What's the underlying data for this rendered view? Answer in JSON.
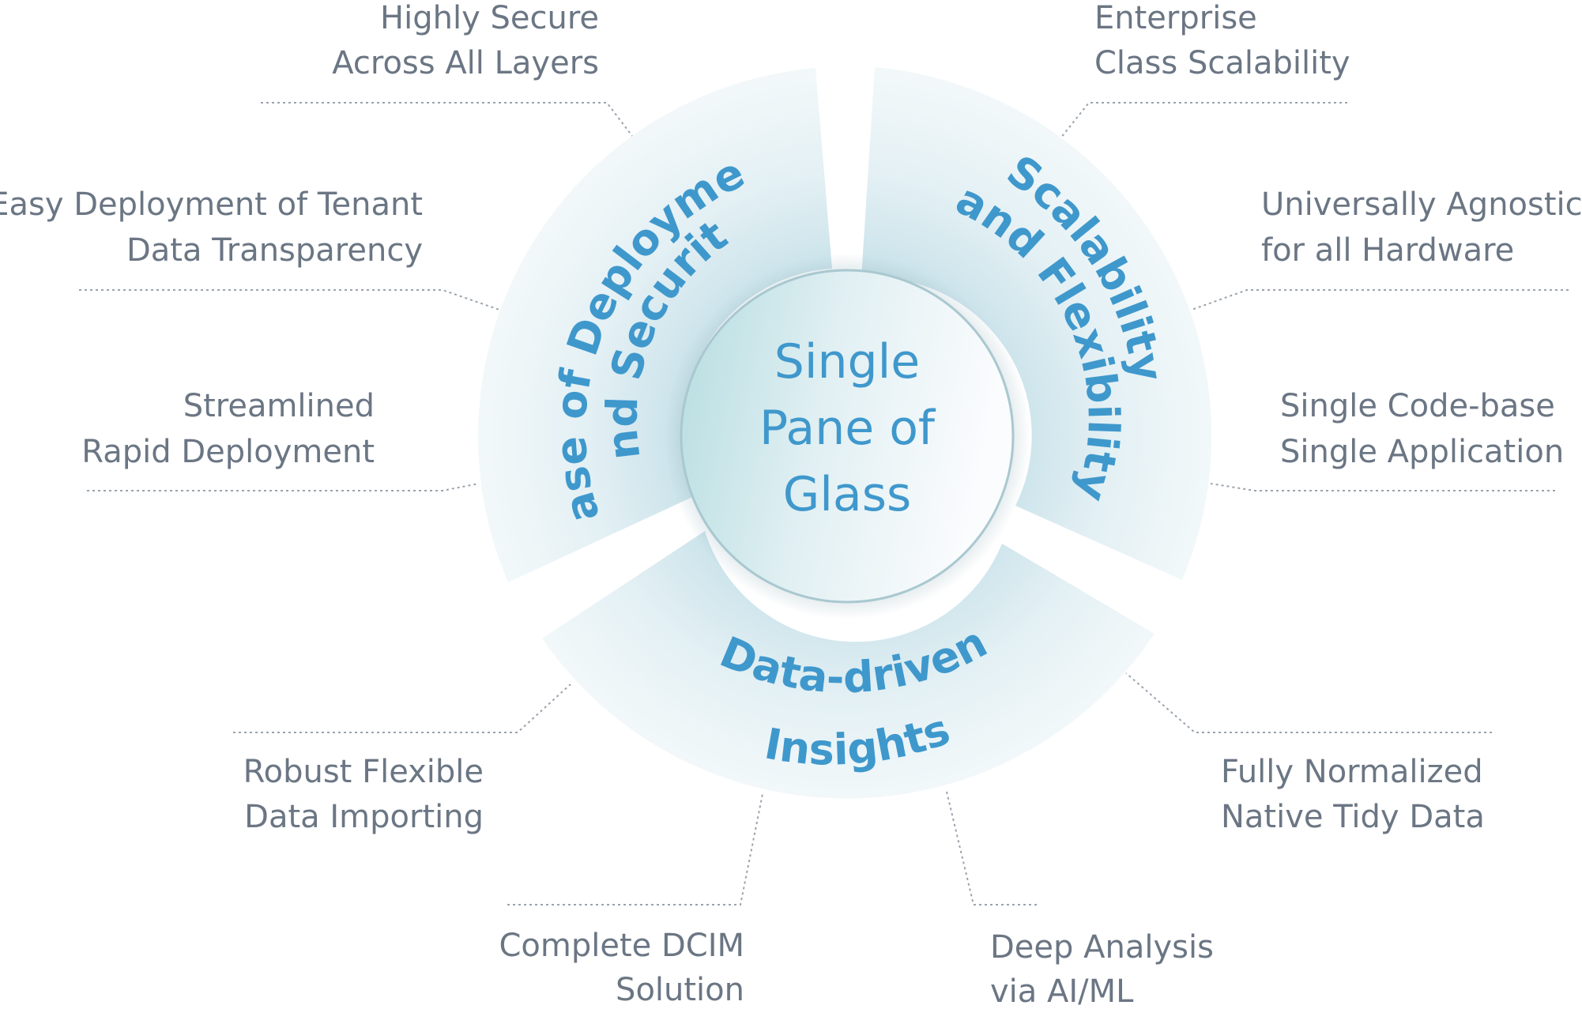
{
  "center": {
    "lines": [
      "Single",
      "Pane of",
      "Glass"
    ]
  },
  "segments": [
    {
      "id": "ease",
      "title_lines": [
        "Ease of Deployment",
        "and Security"
      ]
    },
    {
      "id": "scale",
      "title_lines": [
        "Scalability",
        "and Flexibility"
      ]
    },
    {
      "id": "data",
      "title_lines": [
        "Data-driven",
        "Insights"
      ]
    }
  ],
  "features": [
    {
      "lines": [
        "Highly Secure",
        "Across All Layers"
      ]
    },
    {
      "lines": [
        "Easy Deployment of Tenant",
        "Data Transparency"
      ]
    },
    {
      "lines": [
        "Streamlined",
        "Rapid Deployment"
      ]
    },
    {
      "lines": [
        "Enterprise",
        "Class Scalability"
      ]
    },
    {
      "lines": [
        "Universally Agnostic",
        "for all Hardware"
      ]
    },
    {
      "lines": [
        "Single Code-base",
        "Single Application"
      ]
    },
    {
      "lines": [
        "Robust Flexible",
        "Data Importing"
      ]
    },
    {
      "lines": [
        "Fully Normalized",
        "Native Tidy Data"
      ]
    },
    {
      "lines": [
        "Complete DCIM",
        "Solution"
      ]
    },
    {
      "lines": [
        "Deep Analysis",
        "via AI/ML"
      ]
    }
  ],
  "colors": {
    "segment_title": "#3f98cc",
    "center_text": "#3f98cc",
    "feature_text": "#6b7684",
    "leader_line": "#9aa3ad",
    "ring_light": "#eef5f8",
    "ring_dark": "#c9e2ea",
    "center_light": "#f4f8fb",
    "center_teal": "#b5dde0"
  }
}
